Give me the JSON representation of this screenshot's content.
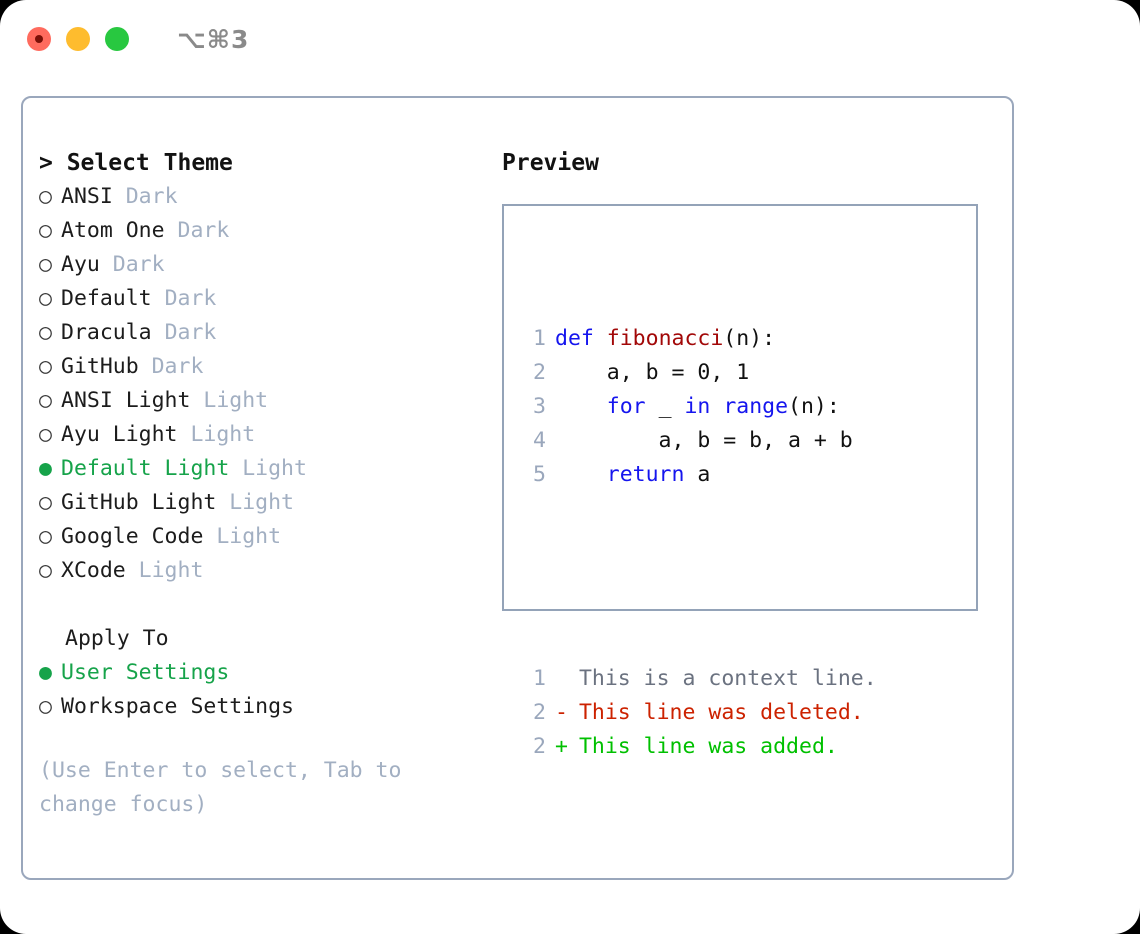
{
  "window": {
    "shortcut": "⌥⌘3",
    "traffic_lights": [
      {
        "name": "close",
        "color": "#FF6B5E"
      },
      {
        "name": "minimize",
        "color": "#FEBC2E"
      },
      {
        "name": "maximize",
        "color": "#28C840"
      }
    ]
  },
  "left": {
    "title": "> Select Theme",
    "selected_marker": "●",
    "unselected_marker": "○",
    "themes": [
      {
        "name": "ANSI",
        "tag": "Dark",
        "selected": false
      },
      {
        "name": "Atom One",
        "tag": "Dark",
        "selected": false
      },
      {
        "name": "Ayu",
        "tag": "Dark",
        "selected": false
      },
      {
        "name": "Default",
        "tag": "Dark",
        "selected": false
      },
      {
        "name": "Dracula",
        "tag": "Dark",
        "selected": false
      },
      {
        "name": "GitHub",
        "tag": "Dark",
        "selected": false
      },
      {
        "name": "ANSI Light",
        "tag": "Light",
        "selected": false
      },
      {
        "name": "Ayu Light",
        "tag": "Light",
        "selected": false
      },
      {
        "name": "Default Light",
        "tag": "Light",
        "selected": true
      },
      {
        "name": "GitHub Light",
        "tag": "Light",
        "selected": false
      },
      {
        "name": "Google Code",
        "tag": "Light",
        "selected": false
      },
      {
        "name": "XCode",
        "tag": "Light",
        "selected": false
      }
    ],
    "apply_to_heading": "Apply To",
    "apply_to_options": [
      {
        "name": "User Settings",
        "selected": true
      },
      {
        "name": "Workspace Settings",
        "selected": false
      }
    ],
    "hint": "(Use Enter to select, Tab to change focus)"
  },
  "right": {
    "title": "Preview",
    "code_lines": [
      {
        "no": "1",
        "tokens": [
          {
            "t": "def",
            "c": "kw"
          },
          {
            "t": " ",
            "c": "plain"
          },
          {
            "t": "fibonacci",
            "c": "fn"
          },
          {
            "t": "(n):",
            "c": "plain"
          }
        ]
      },
      {
        "no": "2",
        "tokens": [
          {
            "t": "    a, b = 0, 1",
            "c": "plain"
          }
        ]
      },
      {
        "no": "3",
        "tokens": [
          {
            "t": "    ",
            "c": "plain"
          },
          {
            "t": "for",
            "c": "kw"
          },
          {
            "t": " _ ",
            "c": "plain"
          },
          {
            "t": "in",
            "c": "kw"
          },
          {
            "t": " ",
            "c": "plain"
          },
          {
            "t": "range",
            "c": "kw"
          },
          {
            "t": "(n):",
            "c": "plain"
          }
        ]
      },
      {
        "no": "4",
        "tokens": [
          {
            "t": "        a, b = b, a + b",
            "c": "plain"
          }
        ]
      },
      {
        "no": "5",
        "tokens": [
          {
            "t": "    ",
            "c": "plain"
          },
          {
            "t": "return",
            "c": "kw"
          },
          {
            "t": " a",
            "c": "plain"
          }
        ]
      }
    ],
    "diff_lines": [
      {
        "no": "1",
        "sign": " ",
        "text": " This is a context line.",
        "kind": "ctx"
      },
      {
        "no": "2",
        "sign": "-",
        "text": " This line was deleted.",
        "kind": "del"
      },
      {
        "no": "2",
        "sign": "+",
        "text": " This line was added.",
        "kind": "add"
      }
    ]
  },
  "colors": {
    "accent_green": "#16A34A",
    "diff_add": "#00C000",
    "diff_del": "#CC2200",
    "keyword_blue": "#1515EE",
    "function_red": "#A20808",
    "muted": "#A2AFC2",
    "border": "#9AA7BC"
  }
}
